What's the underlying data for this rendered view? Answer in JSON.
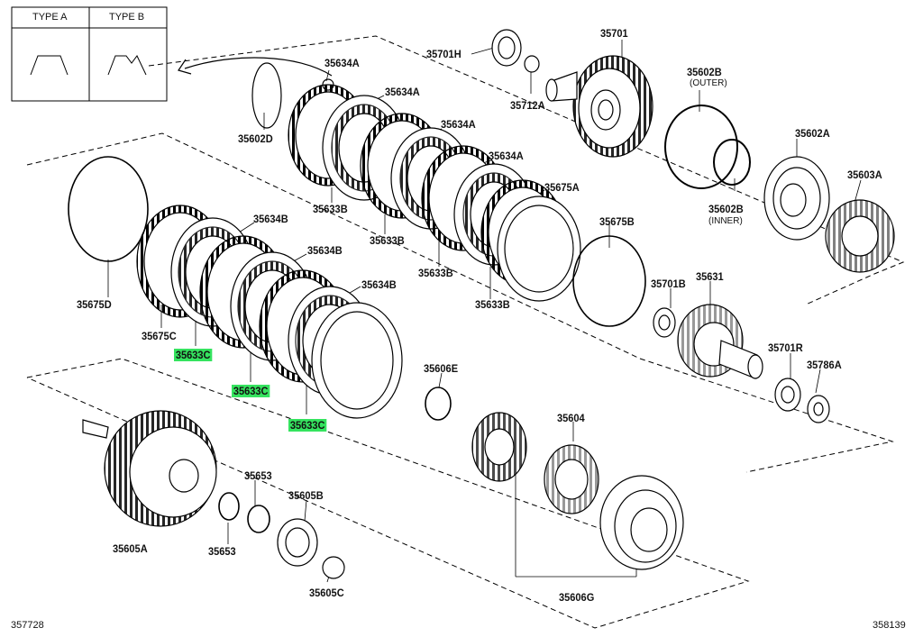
{
  "legend": {
    "type_a": "TYPE A",
    "type_b": "TYPE B"
  },
  "colors": {
    "highlight": "#35e35f",
    "line": "#000000"
  },
  "icons": [
    "arrow-icon"
  ],
  "parts": {
    "p35701": "35701",
    "p35701H": "35701H",
    "p35712A": "35712A",
    "p35602B_outer": "35602B",
    "outer_note": "(OUTER)",
    "p35602B_inner": "35602B",
    "inner_note": "(INNER)",
    "p35602A": "35602A",
    "p35603A": "35603A",
    "p35634A_1": "35634A",
    "p35634A_2": "35634A",
    "p35634A_3": "35634A",
    "p35634A_4": "35634A",
    "p35602D": "35602D",
    "p35633B_1": "35633B",
    "p35633B_2": "35633B",
    "p35633B_3": "35633B",
    "p35633B_4": "35633B",
    "p35675A": "35675A",
    "p35675B": "35675B",
    "p35634B_1": "35634B",
    "p35634B_2": "35634B",
    "p35634B_3": "35634B",
    "p35675D": "35675D",
    "p35675C": "35675C",
    "p35633C_1": "35633C",
    "p35633C_2": "35633C",
    "p35633C_3": "35633C",
    "p35701B": "35701B",
    "p35631": "35631",
    "p35701R": "35701R",
    "p35786A": "35786A",
    "p35606E": "35606E",
    "p35604": "35604",
    "p35653_a": "35653",
    "p35653_b": "35653",
    "p35605B": "35605B",
    "p35605A": "35605A",
    "p35605C": "35605C",
    "p35606G": "35606G"
  },
  "refs": {
    "bottom_left": "357728",
    "bottom_right": "358139"
  }
}
